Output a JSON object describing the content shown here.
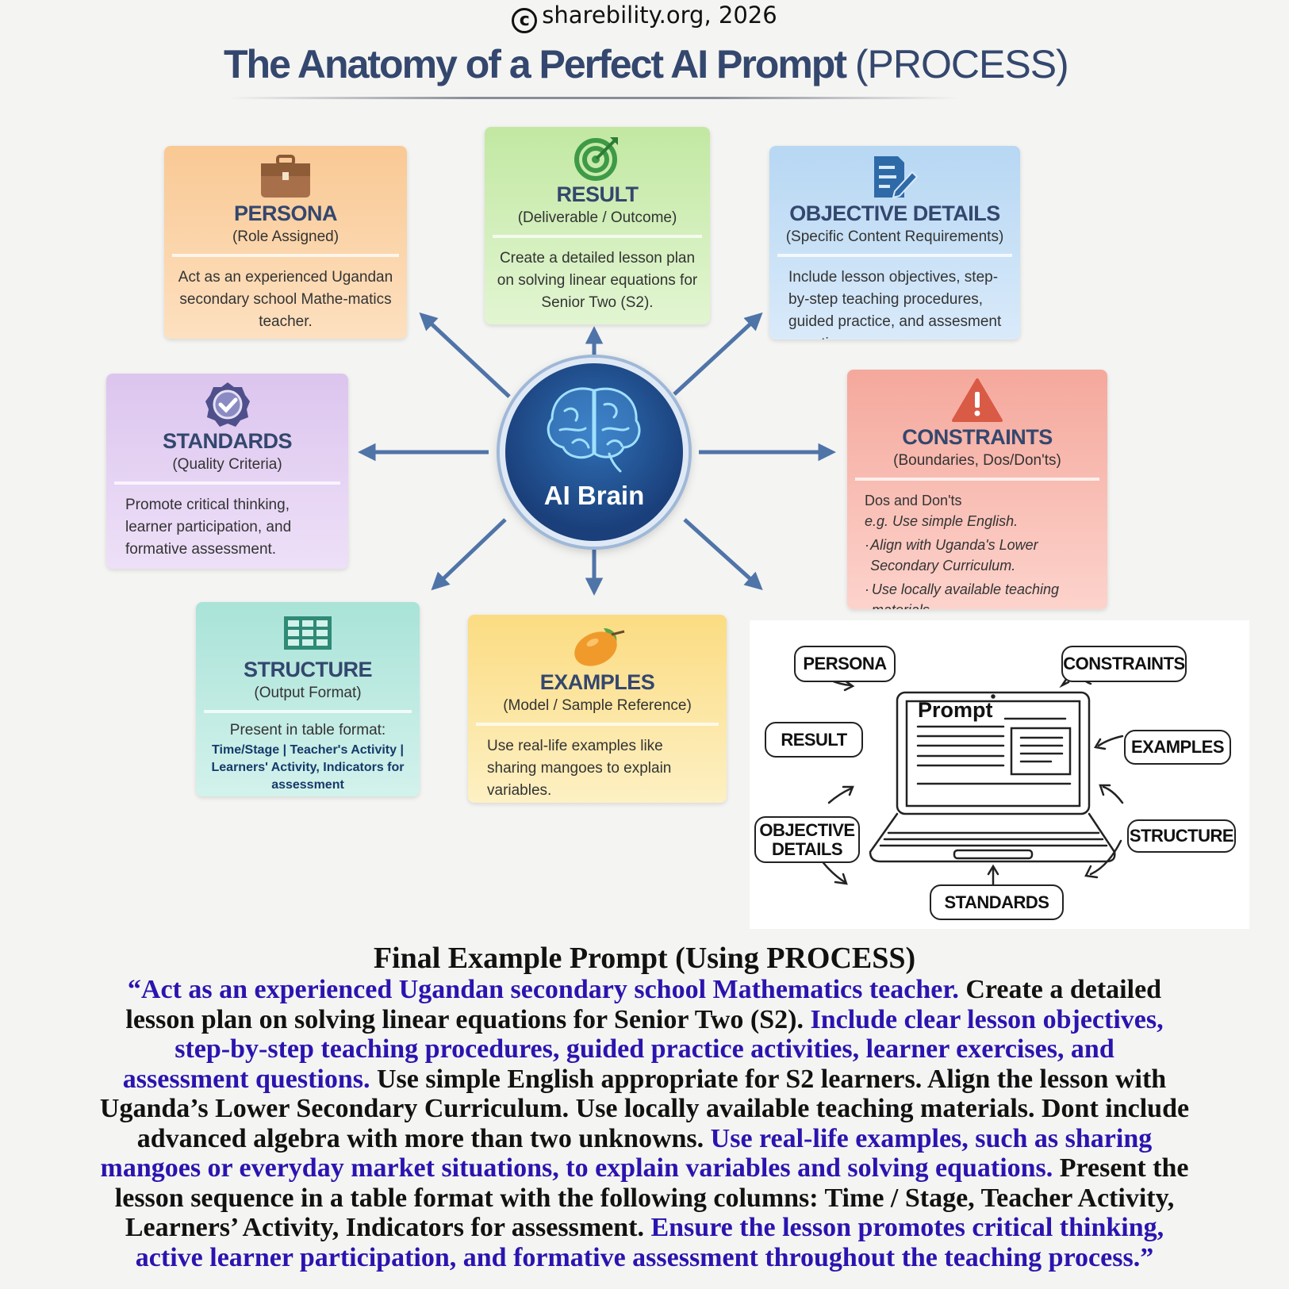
{
  "copyright": {
    "symbol": "c",
    "text": "sharebility.org, 2026"
  },
  "title": {
    "main": "The Anatomy of a Perfect AI Prompt",
    "suffix": "(PROCESS)"
  },
  "center": {
    "label": "AI Brain",
    "icon": "brain-icon"
  },
  "cards": {
    "persona": {
      "icon": "briefcase-icon",
      "title": "PERSONA",
      "subtitle": "(Role Assigned)",
      "body": "Act as an experienced Ugandan secondary school Mathe-matics teacher."
    },
    "result": {
      "icon": "target-icon",
      "title": "RESULT",
      "subtitle": "(Deliverable / Outcome)",
      "body": "Create a detailed lesson plan on solving linear equations for Senior Two (S2)."
    },
    "objective": {
      "icon": "document-edit-icon",
      "title": "OBJECTIVE DETAILS",
      "subtitle": "(Specific Content Requirements)",
      "body": "Include lesson objectives, step-by-step teaching procedures, guided practice, and assesment questions."
    },
    "standards": {
      "icon": "badge-check-icon",
      "title": "STANDARDS",
      "subtitle": "(Quality Criteria)",
      "body": "Promote critical thinking, learner participation, and formative assessment."
    },
    "constraints": {
      "icon": "warning-icon",
      "title": "CONSTRAINTS",
      "subtitle": "(Boundaries, Dos/Don'ts)",
      "line1": "Dos and Don'ts",
      "line2": "e.g. Use simple English.",
      "bullet1": "Align with Uganda's Lower Secondary Curriculum.",
      "bullet2": "Use locally available teaching materials."
    },
    "structure": {
      "icon": "table-icon",
      "title": "STRUCTURE",
      "subtitle": "(Output Format)",
      "body": "Present in table format:",
      "columns": "Time/Stage | Teacher's Activity | Learners' Activity, Indicators for assessment"
    },
    "examples": {
      "icon": "mango-icon",
      "title": "EXAMPLES",
      "subtitle": "(Model / Sample Reference)",
      "body": "Use real-life examples like sharing mangoes to explain variables."
    }
  },
  "sketch": {
    "screen_title": "Prompt",
    "bubbles": {
      "persona": "PERSONA",
      "constraints": "CONSTRAINTS",
      "result": "RESULT",
      "examples": "EXAMPLES",
      "objective": "OBJECTIVE DETAILS",
      "structure": "STRUCTURE",
      "standards": "STANDARDS"
    }
  },
  "final": {
    "heading": "Final Example Prompt (Using PROCESS)",
    "colors": {
      "highlight": "#2a14b0",
      "normal": "#111111"
    },
    "lines": [
      [
        {
          "t": "“Act as an experienced Ugandan secondary school Mathematics teacher.",
          "h": true
        },
        {
          "t": " Create a detailed",
          "h": false
        }
      ],
      [
        {
          "t": "lesson plan on solving linear equations for Senior Two (S2).",
          "h": false
        },
        {
          "t": " Include clear lesson objectives,",
          "h": true
        }
      ],
      [
        {
          "t": "step-by-step teaching procedures, guided practice activities, learner exercises, and",
          "h": true
        }
      ],
      [
        {
          "t": "assessment questions.",
          "h": true
        },
        {
          "t": " Use simple English appropriate for S2 learners. Align the lesson with",
          "h": false
        }
      ],
      [
        {
          "t": "Uganda’s Lower Secondary Curriculum. Use locally available teaching materials. Dont include",
          "h": false
        }
      ],
      [
        {
          "t": "advanced algebra with more than two unknowns.",
          "h": false
        },
        {
          "t": " Use real-life examples, such as sharing",
          "h": true
        }
      ],
      [
        {
          "t": "mangoes or everyday market situations, to explain variables and solving equations.",
          "h": true
        },
        {
          "t": " Present the",
          "h": false
        }
      ],
      [
        {
          "t": "lesson sequence in a table format with the following columns:  Time / Stage, Teacher Activity,",
          "h": false
        }
      ],
      [
        {
          "t": "Learners’ Activity, Indicators for assessment.",
          "h": false
        },
        {
          "t": " Ensure the lesson promotes critical thinking,",
          "h": true
        }
      ],
      [
        {
          "t": "active learner participation, and formative assessment throughout the teaching process.”",
          "h": true
        }
      ]
    ]
  }
}
